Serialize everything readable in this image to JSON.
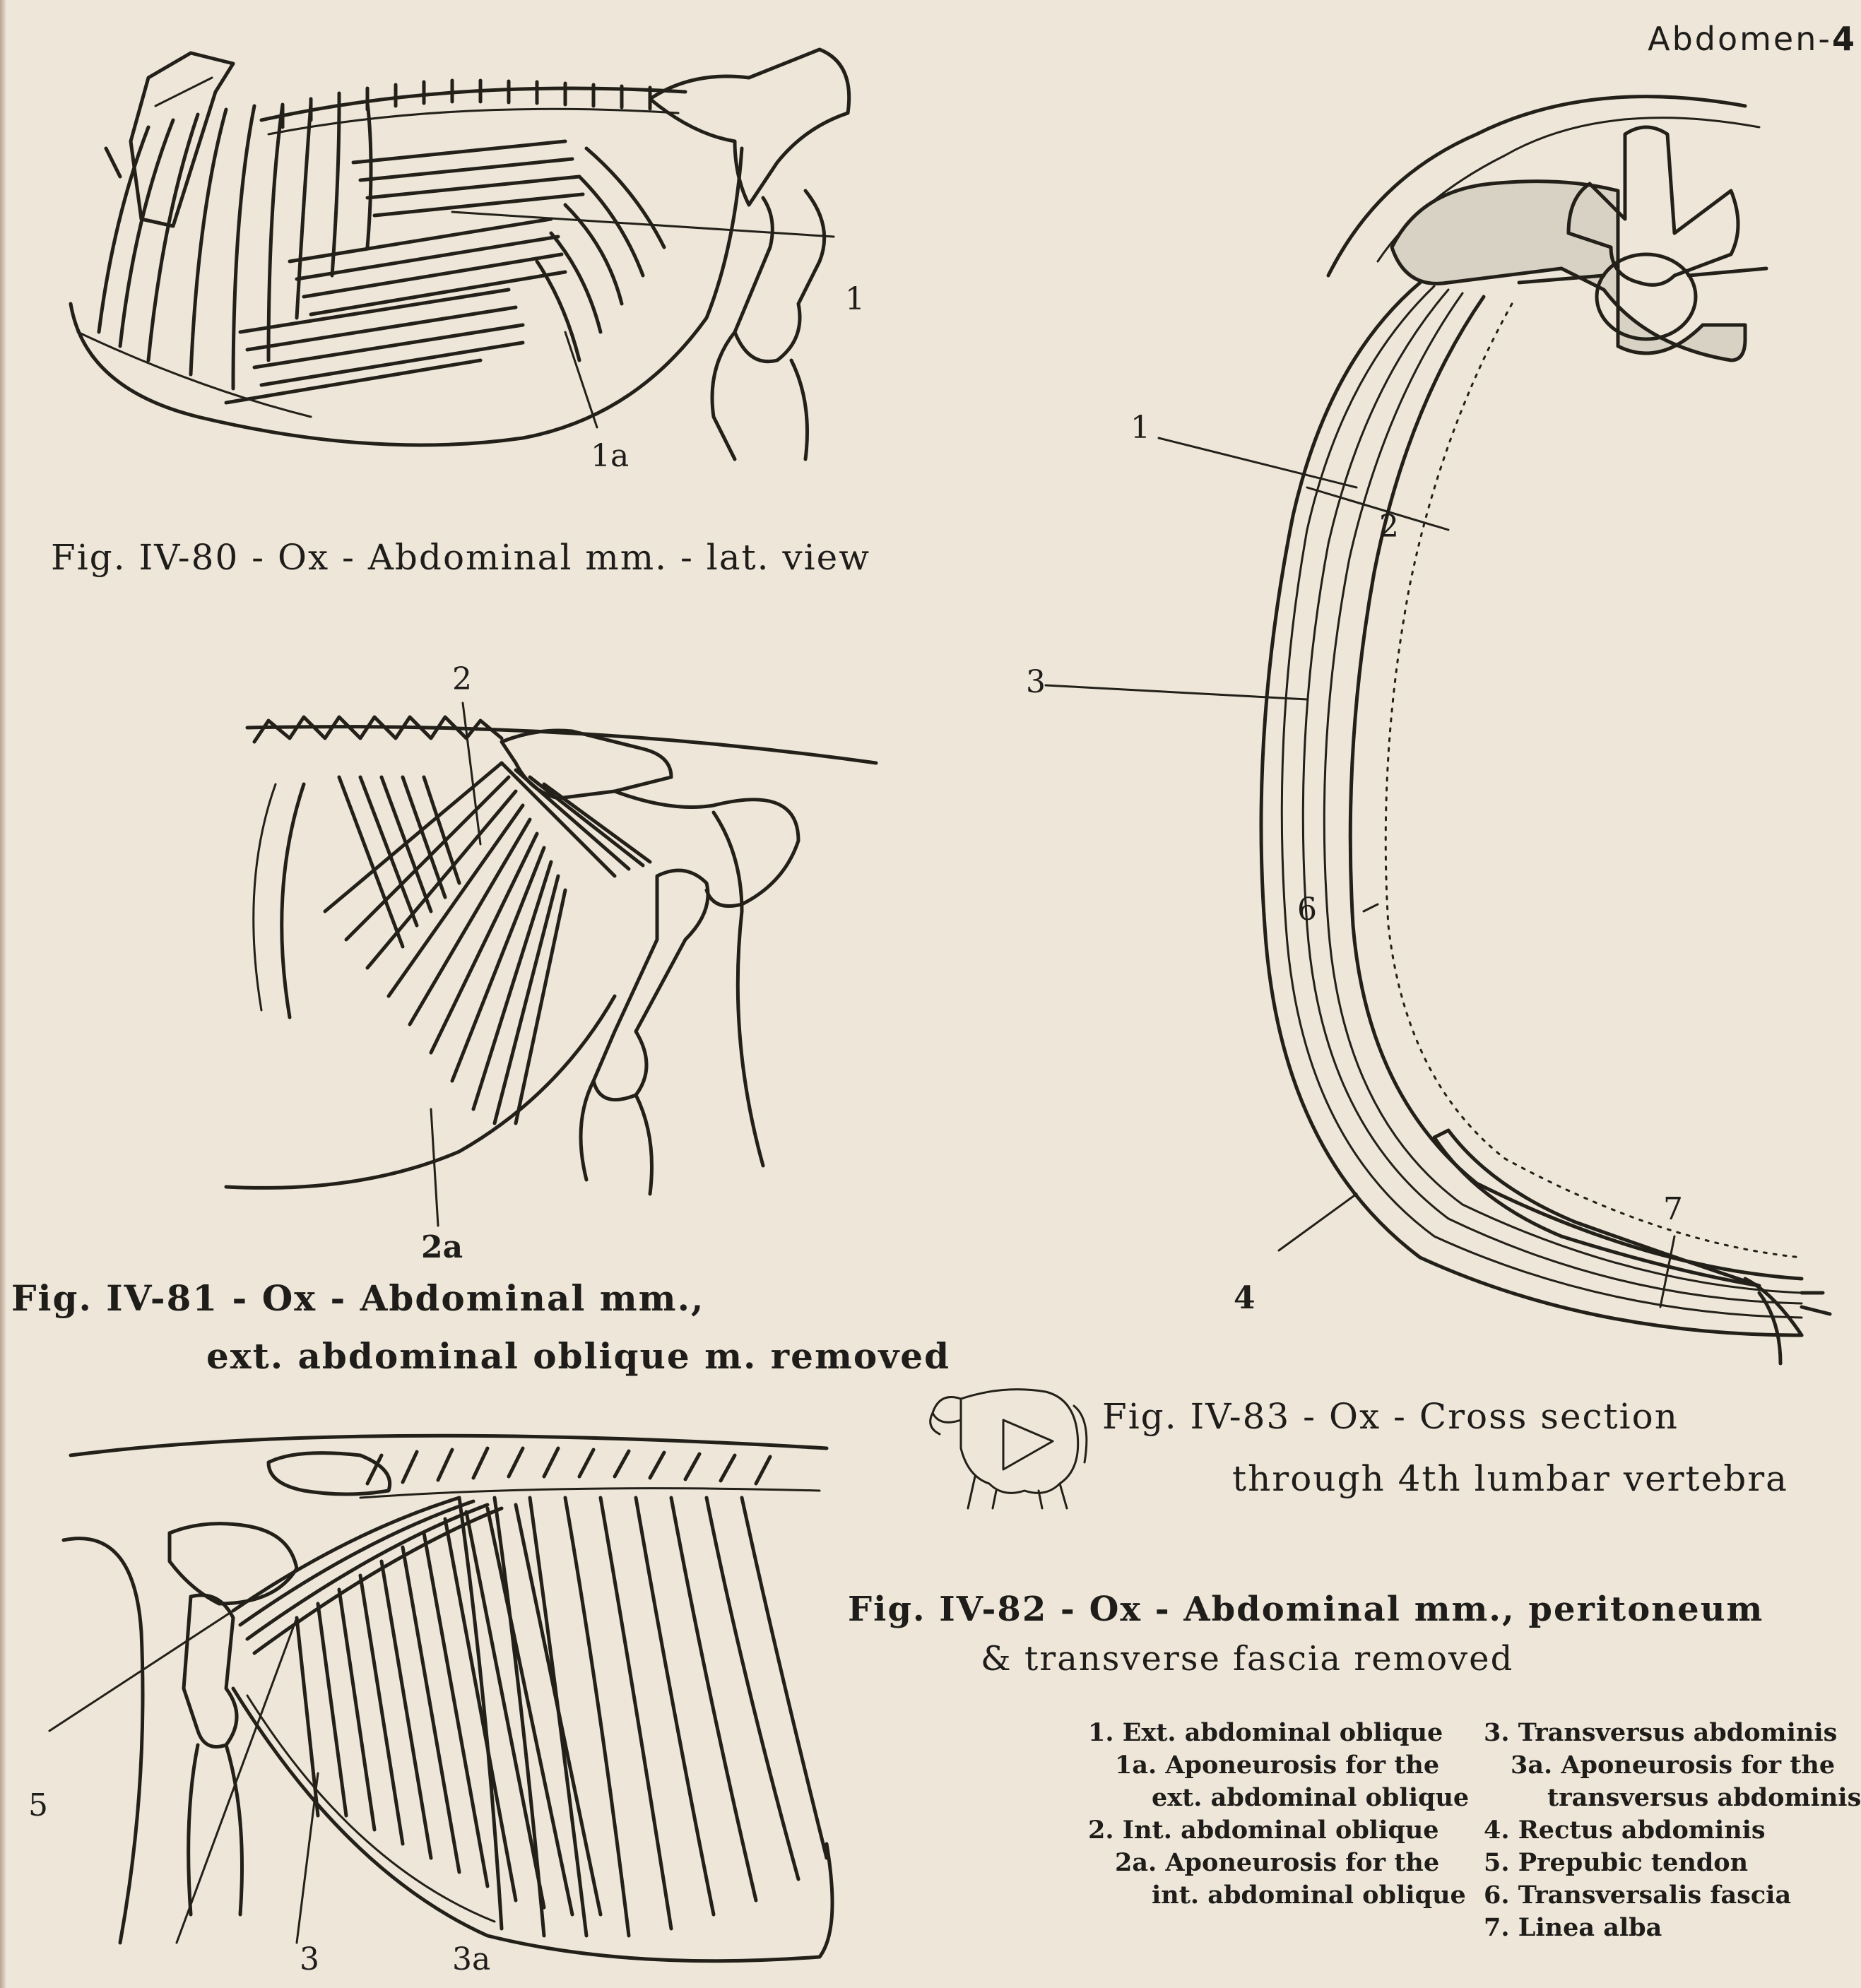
{
  "header": {
    "section": "Abdomen-",
    "page": "4"
  },
  "figures": {
    "fig80": {
      "caption": "Fig. IV-80 - Ox - Abdominal mm. - lat. view",
      "labels": {
        "l1": "1",
        "l1a": "1a"
      }
    },
    "fig81": {
      "caption_line1": "Fig. IV-81 - Ox - Abdominal mm.,",
      "caption_line2": "ext. abdominal oblique m. removed",
      "labels": {
        "l2": "2",
        "l2a": "2a"
      }
    },
    "fig82": {
      "caption_line1": "Fig. IV-82 - Ox - Abdominal mm., peritoneum",
      "caption_line2": "& transverse fascia removed",
      "labels": {
        "l5": "5",
        "l3": "3",
        "l3a": "3a"
      }
    },
    "fig83": {
      "caption_line1": "Fig. IV-83 - Ox - Cross section",
      "caption_line2": "through 4th lumbar vertebra",
      "labels": {
        "l1": "1",
        "l2": "2",
        "l3": "3",
        "l6": "6",
        "l4": "4",
        "l7": "7"
      }
    }
  },
  "legend": {
    "left": [
      "1. Ext. abdominal oblique",
      "1a. Aponeurosis for the",
      "ext. abdominal oblique",
      "2. Int. abdominal oblique",
      "2a. Aponeurosis for the",
      "int. abdominal oblique"
    ],
    "right": [
      "3. Transversus abdominis",
      "3a. Aponeurosis for the",
      "transversus abdominis",
      "4. Rectus abdominis",
      "5. Prepubic tendon",
      "6. Transversalis fascia",
      "7. Linea alba"
    ]
  }
}
